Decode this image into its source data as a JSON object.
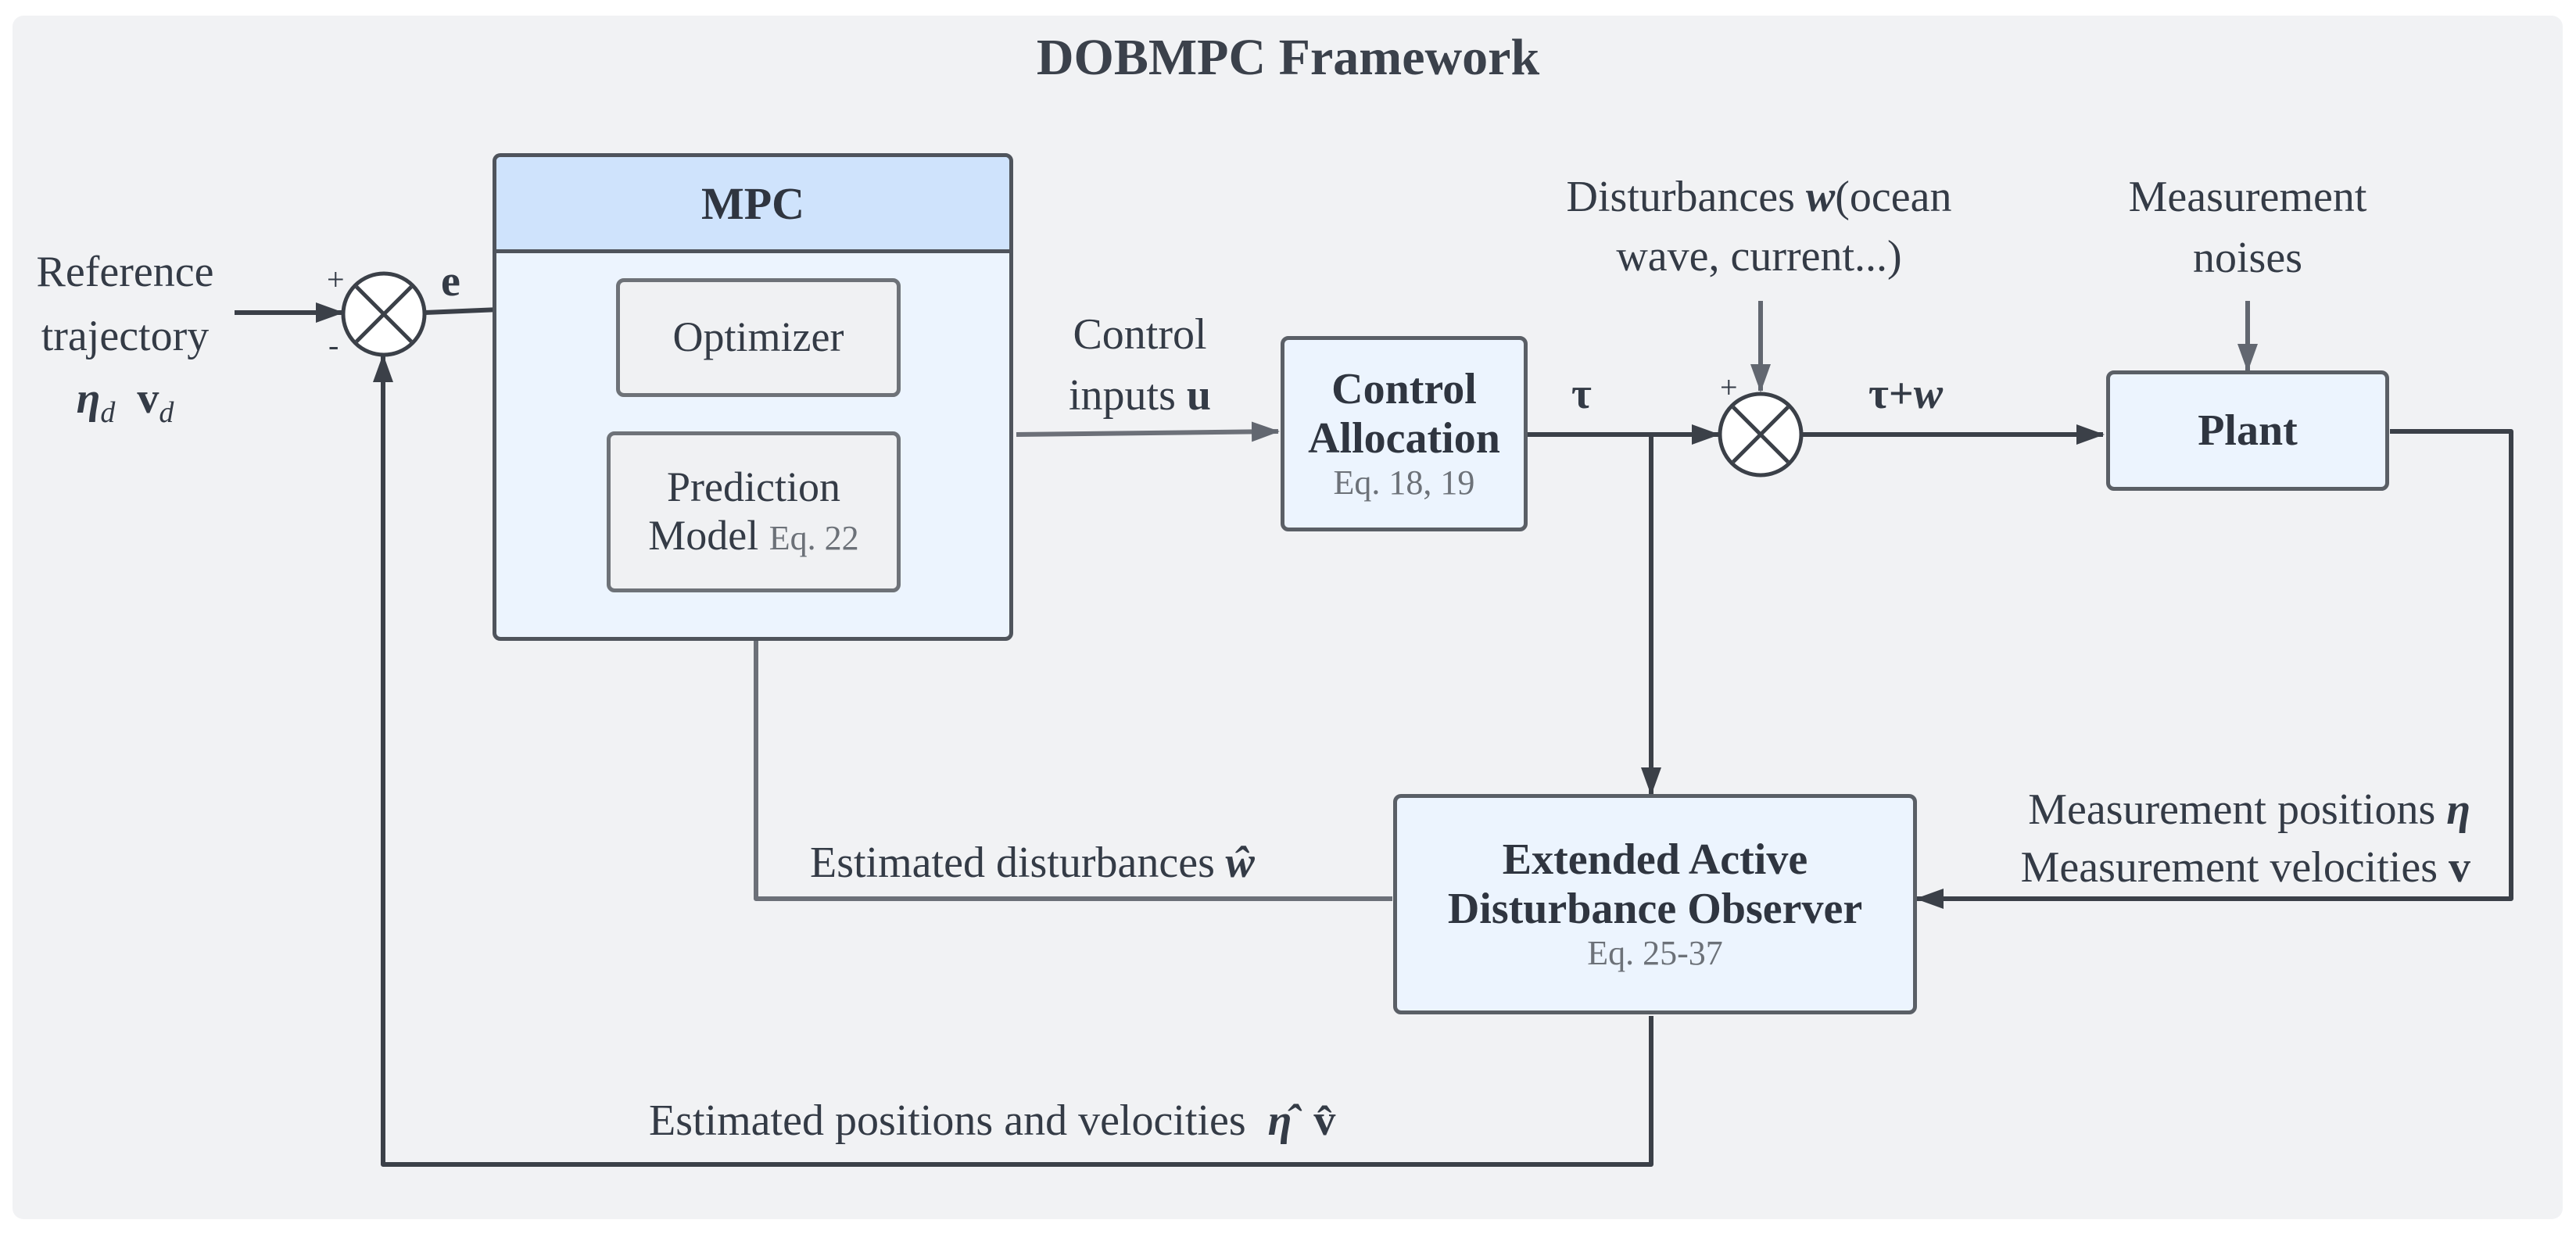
{
  "title": "DOBMPC Framework",
  "blocks": {
    "mpc": {
      "title": "MPC"
    },
    "optimizer": {
      "label": "Optimizer"
    },
    "prediction_model": {
      "line1": "Prediction",
      "line2": "Model",
      "eq": "Eq. 22"
    },
    "control_allocation": {
      "line1": "Control",
      "line2": "Allocation",
      "eq": "Eq. 18, 19"
    },
    "plant": {
      "label": "Plant"
    },
    "observer": {
      "line1": "Extended Active",
      "line2": "Disturbance Observer",
      "eq": "Eq. 25-37"
    }
  },
  "labels": {
    "reference_line1": "Reference",
    "reference_line2": "trajectory",
    "reference_eta": "η",
    "reference_eta_sub": "d",
    "reference_v": "v",
    "reference_v_sub": "d",
    "error": "e",
    "control_inputs_line1": "Control",
    "control_inputs_line2": "inputs",
    "control_inputs_symbol": "u",
    "tau": "τ",
    "tau_plus_w": "τ+",
    "tau_plus_w_symbol": "w",
    "disturbances_line1": "Disturbances",
    "disturbances_symbol": "w",
    "disturbances_paren": "(ocean",
    "disturbances_line2": "wave, current...)",
    "noise_line1": "Measurement",
    "noise_line2": "noises",
    "meas_positions": "Measurement positions",
    "meas_positions_symbol": "η",
    "meas_velocities": "Measurement velocities",
    "meas_velocities_symbol": "v",
    "est_disturbances": "Estimated disturbances",
    "est_disturbances_symbol": "ŵ",
    "est_states": "Estimated positions and velocities",
    "est_eta": "η̂",
    "est_v": "v̂",
    "sum1_plus": "+",
    "sum1_minus": "-",
    "sum2_plus": "+"
  },
  "colors": {
    "background": "#f1f2f4",
    "block_fill": "#ecf4fe",
    "inner_block_fill": "#f0f1f3",
    "mpc_header": "#cfe3fc",
    "line": "#3b4048",
    "disturbance_line": "#626770"
  }
}
